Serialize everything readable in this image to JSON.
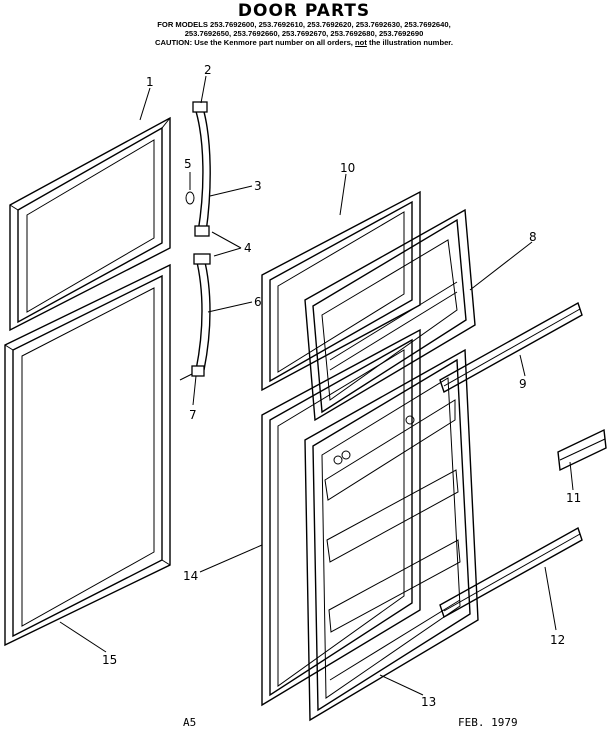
{
  "header": {
    "title": "DOOR PARTS",
    "models_line1": "FOR MODELS 253.7692600, 253.7692610, 253.7692620, 253.7692630, 253.7692640,",
    "models_line2": "253.7692650, 253.7692660, 253.7692670, 253.7692680, 253.7692690",
    "caution_prefix": "CAUTION: Use the Kenmore part number on all orders,",
    "caution_not": "not",
    "caution_suffix": "the illustration number."
  },
  "callouts": {
    "c1": "1",
    "c2": "2",
    "c3": "3",
    "c4": "4",
    "c5": "5",
    "c6": "6",
    "c7": "7",
    "c8": "8",
    "c9": "9",
    "c10": "10",
    "c11": "11",
    "c12": "12",
    "c13": "13",
    "c14": "14",
    "c15": "15"
  },
  "footer": {
    "left": "A5",
    "right": "FEB. 1979"
  }
}
